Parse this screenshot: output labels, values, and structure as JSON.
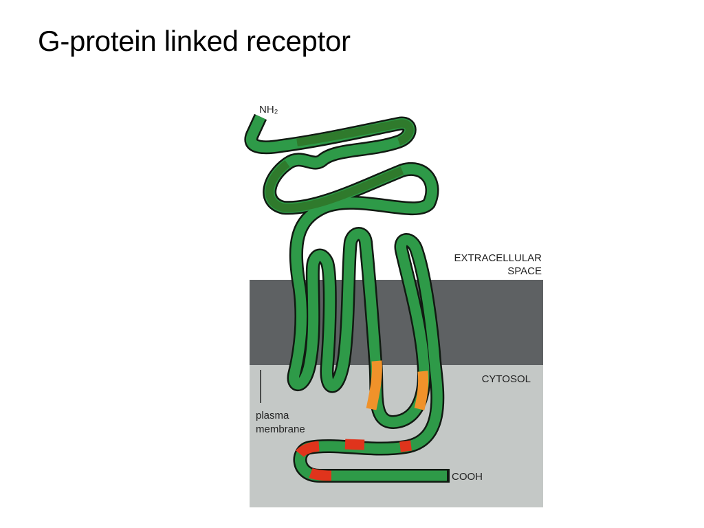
{
  "slide": {
    "title": "G-protein linked receptor"
  },
  "diagram": {
    "labels": {
      "n_terminus": "NH₂",
      "extracellular_line1": "EXTRACELLULAR",
      "extracellular_line2": "SPACE",
      "cytosol": "CYTOSOL",
      "membrane_line1": "plasma",
      "membrane_line2": "membrane",
      "c_terminus": "COOH"
    },
    "colors": {
      "membrane": "#5e6163",
      "cytosol": "#c4c8c6",
      "chain_outline": "#111a12",
      "chain_fill": "#2e9a48",
      "glycosylated_fill": "#2f7a2c",
      "orange_segment": "#f0922a",
      "red_segment": "#e0341c"
    }
  }
}
